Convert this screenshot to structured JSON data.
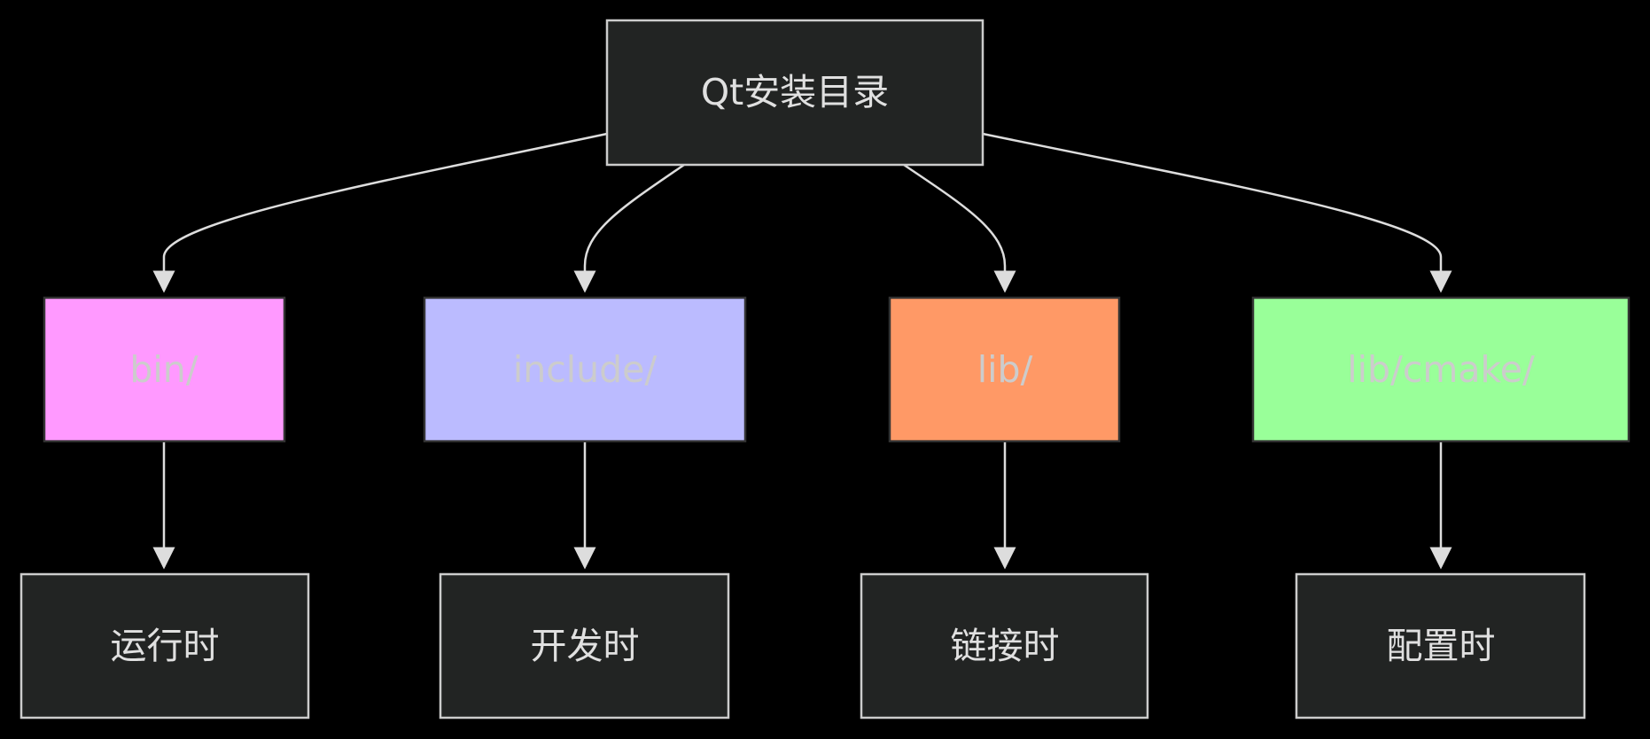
{
  "diagram": {
    "root": {
      "label": "Qt安装目录",
      "fill": "#222423",
      "stroke": "#cccccc",
      "text_color": "#e0e0e0"
    },
    "dirs": [
      {
        "label": "bin/",
        "fill": "#ff99ff",
        "stroke": "#333333",
        "text_color": "#cccccc"
      },
      {
        "label": "include/",
        "fill": "#bbbbff",
        "stroke": "#333333",
        "text_color": "#cccccc"
      },
      {
        "label": "lib/",
        "fill": "#ff9966",
        "stroke": "#333333",
        "text_color": "#cccccc"
      },
      {
        "label": "lib/cmake/",
        "fill": "#99ff99",
        "stroke": "#333333",
        "text_color": "#cccccc"
      }
    ],
    "phases": [
      {
        "label": "运行时",
        "fill": "#222423",
        "stroke": "#cccccc",
        "text_color": "#e0e0e0"
      },
      {
        "label": "开发时",
        "fill": "#222423",
        "stroke": "#cccccc",
        "text_color": "#e0e0e0"
      },
      {
        "label": "链接时",
        "fill": "#222423",
        "stroke": "#cccccc",
        "text_color": "#e0e0e0"
      },
      {
        "label": "配置时",
        "fill": "#222423",
        "stroke": "#cccccc",
        "text_color": "#e0e0e0"
      }
    ],
    "edge_color": "#dddddd",
    "background": "#000000"
  }
}
